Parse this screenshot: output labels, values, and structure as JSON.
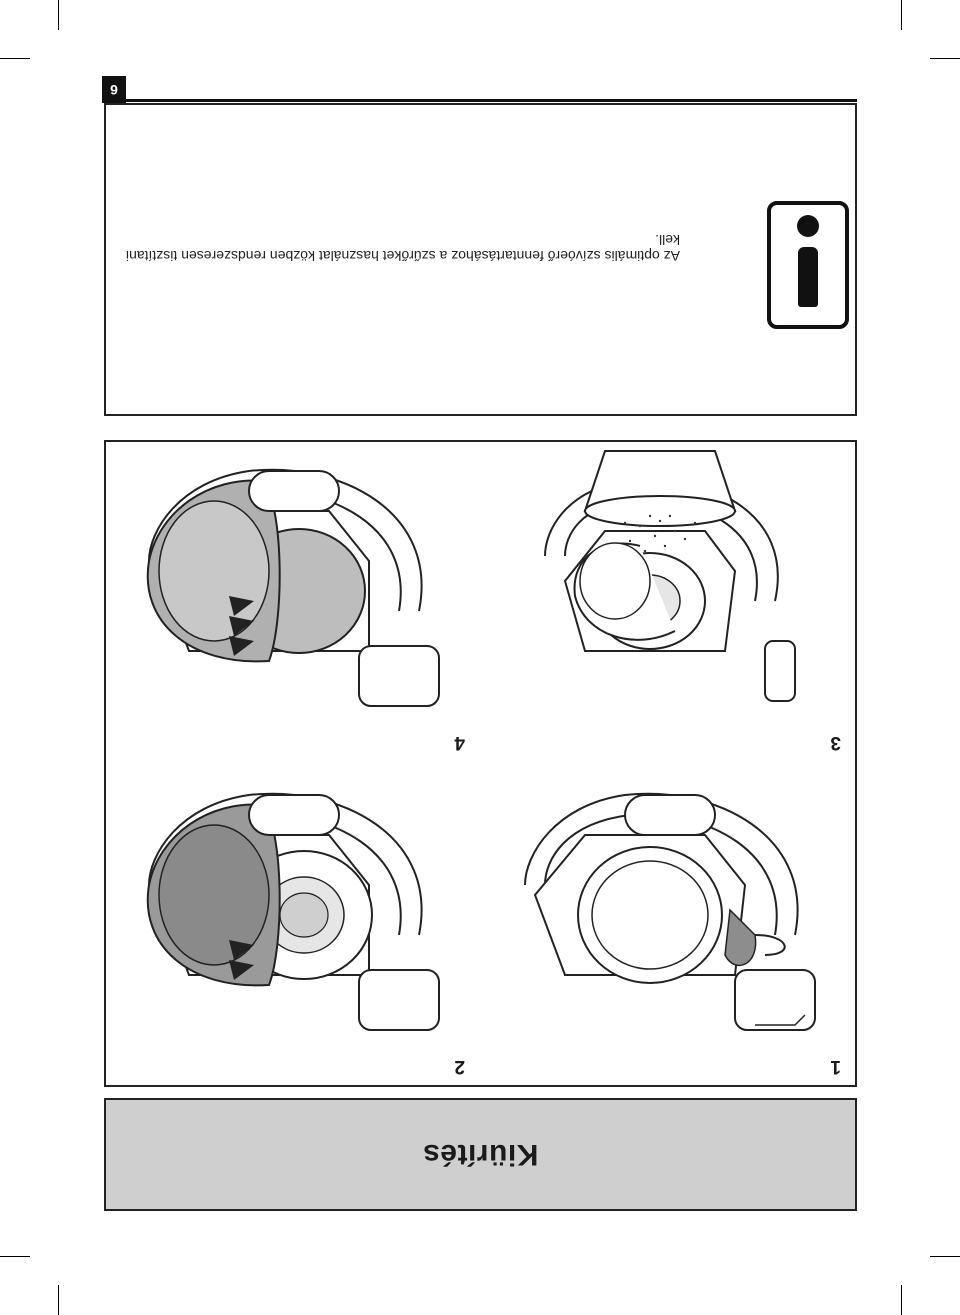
{
  "section_title": "Kiürítés",
  "steps": [
    {
      "number": "1"
    },
    {
      "number": "2"
    },
    {
      "number": "3"
    },
    {
      "number": "4"
    }
  ],
  "note": {
    "icon": "exclamation-icon",
    "text": "Az optimális szívóerő fenntartásához a szűrőket használat közben rendszeresen tisztítani kell."
  },
  "page_number": "6",
  "colors": {
    "band": "#cfcfcf",
    "filter_gray": "#999999",
    "ink": "#111111"
  }
}
